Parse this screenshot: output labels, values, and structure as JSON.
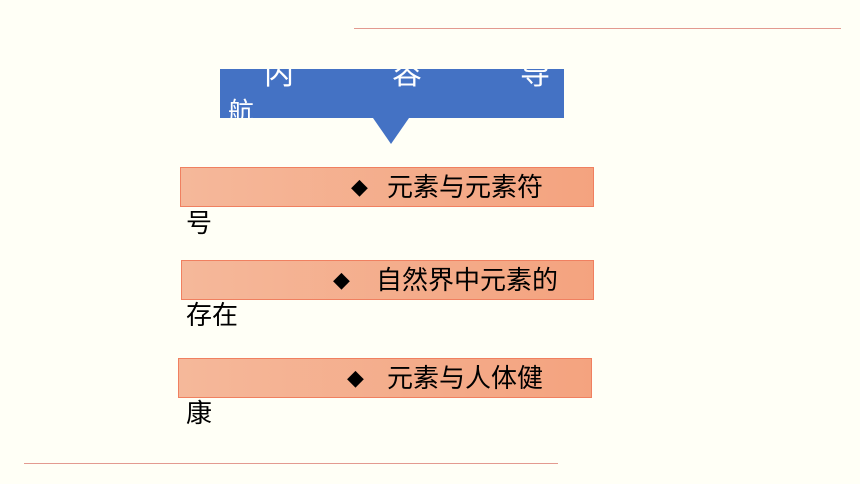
{
  "header": {
    "chars": [
      "内",
      "容",
      "导"
    ],
    "wrap": "航"
  },
  "items": [
    {
      "bullet": "◆",
      "text_first_line": "元素与元素符",
      "text_wrap": "号"
    },
    {
      "bullet": "◆",
      "text_first_line": "自然界中元素的",
      "text_wrap": "存在"
    },
    {
      "bullet": "◆",
      "text_first_line": "元素与人体健",
      "text_wrap": "康"
    }
  ],
  "colors": {
    "background": "#fffff6",
    "header_fill": "#4472c4",
    "item_fill": "#f4a37f",
    "accent_line": "#e39a90"
  }
}
